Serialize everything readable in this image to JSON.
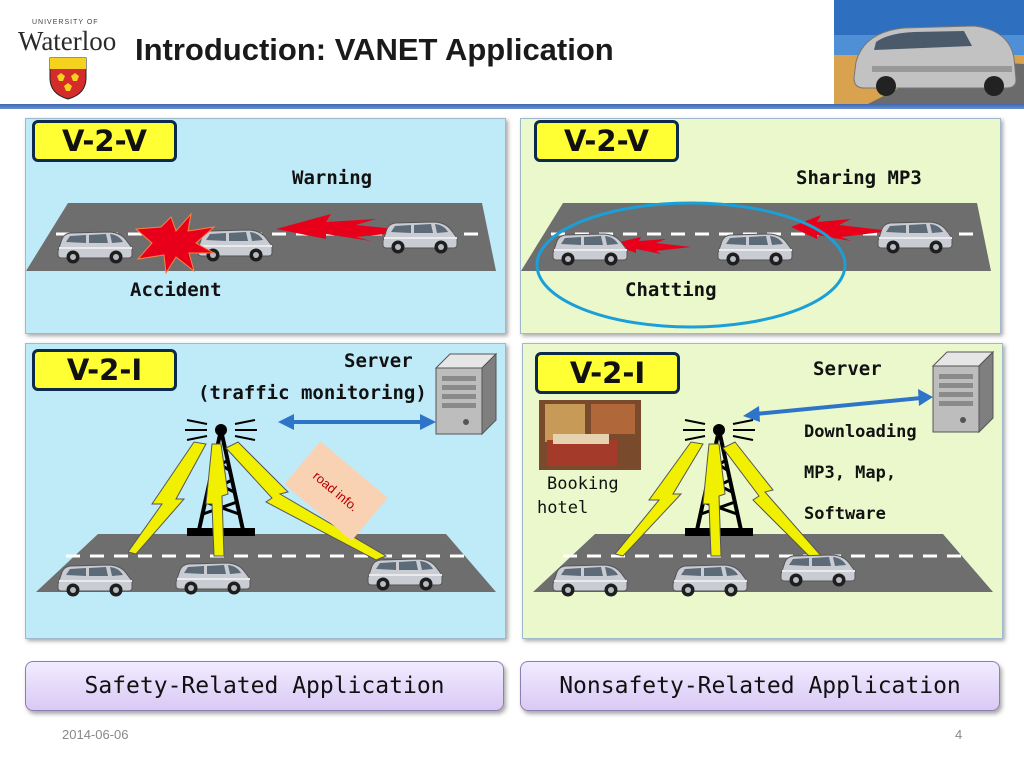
{
  "slide": {
    "title": "Introduction: VANET Application",
    "date": "2014-06-06",
    "page_number": "4"
  },
  "logo": {
    "small_text": "UNIVERSITY OF",
    "name": "Waterloo"
  },
  "panels": {
    "top_left": {
      "badge": "V-2-V",
      "top_label": "Warning",
      "bottom_label": "Accident"
    },
    "top_right": {
      "badge": "V-2-V",
      "top_label": "Sharing MP3",
      "bottom_label": "Chatting"
    },
    "bottom_left": {
      "badge": "V-2-I",
      "server_label": "Server",
      "server_sub": "(traffic monitoring)",
      "road_info": "road info."
    },
    "bottom_right": {
      "badge": "V-2-I",
      "server_label": "Server",
      "download_1": "Downloading",
      "download_2": "MP3, Map,",
      "download_3": "Software",
      "booking_1": "Booking",
      "booking_2": "hotel"
    }
  },
  "buttons": {
    "safety": "Safety-Related Application",
    "nonsafety": "Nonsafety-Related Application"
  },
  "colors": {
    "accent_blue": "#2e74c9",
    "badge_yellow": "#ffff33",
    "panel_blue": "#bfeaf8",
    "panel_green": "#eaf8cc",
    "alert_red": "#e8001a",
    "lightning_yellow": "#f0f000"
  },
  "icons": [
    "car-icon",
    "server-icon",
    "tower-icon",
    "lightning-icon",
    "explosion-icon",
    "hotel-photo",
    "car-photo",
    "university-crest"
  ]
}
